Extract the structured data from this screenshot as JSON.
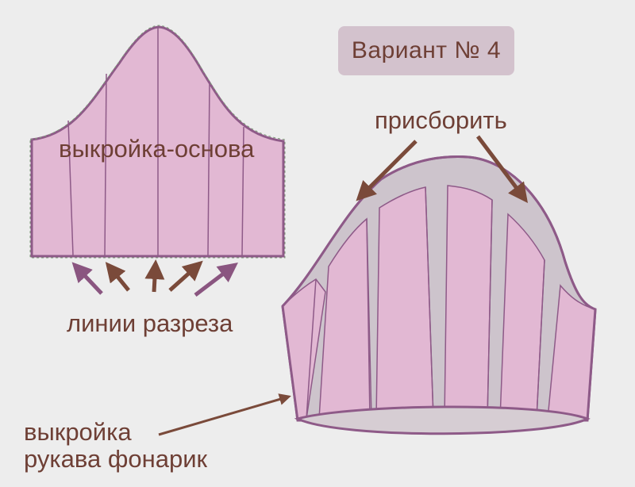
{
  "badge": {
    "text": "Вариант № 4"
  },
  "labels": {
    "base_pattern": "выкройка-основа",
    "gather": "присборить",
    "cut_lines": "линии разреза",
    "lantern_line1": "выкройка",
    "lantern_line2": "рукава фонарик"
  },
  "colors": {
    "background": "#ededed",
    "pattern_fill": "#e2b8d3",
    "pattern_stroke": "#8e5a88",
    "gap_fill": "#cdc4cc",
    "arrow": "#8a5580",
    "arrow_brown": "#7a4a3a",
    "text": "#6e3f35",
    "badge_bg": "#d3c2cd"
  }
}
